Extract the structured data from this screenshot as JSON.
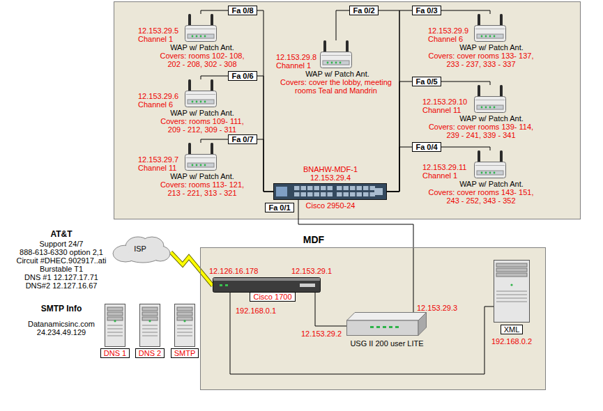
{
  "diagram": {
    "nodes": [
      {
        "text": [
          "12.153.29.5",
          "Channel 1",
          "WAP w/ Patch Ant.",
          "Covers: rooms 102- 108, 202 - 208, 302 - 308"
        ]
      },
      {
        "text": [
          "12.153.29.6",
          "Channel 6",
          "WAP w/ Patch Ant.",
          "Covers: rooms 109- 111, 209 - 212, 309 - 311"
        ]
      },
      {
        "text": [
          "12.153.29.7",
          "Channel 11",
          "WAP w/ Patch Ant.",
          "Covers: rooms 113- 121, 213 - 221, 313 - 321"
        ]
      },
      {
        "text": [
          "12.153.29.8",
          "Channel 1",
          "WAP w/ Patch Ant.",
          "Covers: cover the lobby, meeting rooms Teal and Mandrin"
        ]
      },
      {
        "text": [
          "12.153.29.9",
          "Channel 6",
          "WAP w/ Patch Ant.",
          "Covers: cover rooms 133- 137, 233 - 237, 333 - 337"
        ]
      },
      {
        "text": [
          "12.153.29.10",
          "Channel 11",
          "WAP w/ Patch Ant.",
          "Covers: cover rooms 139- 114, 239 - 241, 339 - 341"
        ]
      },
      {
        "text": [
          "12.153.29.11",
          "Channel 1",
          "WAP w/ Patch Ant.",
          "Covers: cover rooms 143- 151, 243 - 252, 343 - 352"
        ]
      },
      {
        "text": [
          "BNAHW-MDF-1",
          "12.153.29.4",
          "Cisco 2950-24"
        ]
      },
      {
        "text": [
          "MDF"
        ]
      },
      {
        "text": [
          "Cisco 1700"
        ],
        "in": 8
      },
      {
        "text": [
          "USG II 200 user LITE"
        ],
        "in": 8
      },
      {
        "text": [
          "XML",
          "192.168.0.2"
        ],
        "in": 8
      },
      {
        "text": [
          "ISP"
        ]
      },
      {
        "text": [
          "DNS 1"
        ]
      },
      {
        "text": [
          "DNS 2"
        ]
      },
      {
        "text": [
          "SMTP"
        ]
      }
    ],
    "edges": [
      {
        "from": 0,
        "to": 7,
        "arrow": "none",
        "label": "Fa 0/8"
      },
      {
        "from": 1,
        "to": 7,
        "arrow": "none",
        "label": "Fa 0/6"
      },
      {
        "from": 2,
        "to": 7,
        "arrow": "none",
        "label": "Fa 0/7"
      },
      {
        "from": 3,
        "to": 7,
        "arrow": "none",
        "label": "Fa 0/2"
      },
      {
        "from": 4,
        "to": 7,
        "arrow": "none",
        "label": "Fa 0/3"
      },
      {
        "from": 5,
        "to": 7,
        "arrow": "none",
        "label": "Fa 0/5"
      },
      {
        "from": 6,
        "to": 7,
        "arrow": "none",
        "label": "Fa 0/4"
      },
      {
        "from": 7,
        "to": 10,
        "arrow": "none",
        "label": "Fa 0/1"
      },
      {
        "from": 12,
        "to": 9,
        "arrow": "none"
      },
      {
        "from": 9,
        "to": 10,
        "arrow": "none"
      },
      {
        "from": 9,
        "to": 11,
        "arrow": "none"
      }
    ],
    "labels": [
      "AT&T",
      "Support 24/7",
      "888-613-6330 option 2,1",
      "Circuit #DHEC.902917..ati",
      "Burstable T1",
      "DNS #1 12.127.17.71",
      "DNS#2 12.127.16.67",
      "SMTP Info",
      "Datanamicsinc.com",
      "24.234.49.129",
      "12.126.16.178",
      "12.153.29.1",
      "192.168.0.1",
      "12.153.29.2",
      "12.153.29.3"
    ]
  }
}
